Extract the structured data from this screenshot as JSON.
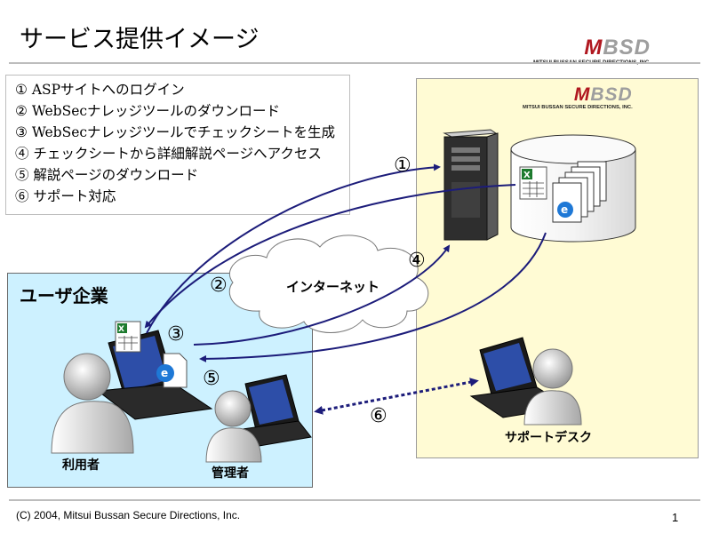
{
  "title": "サービス提供イメージ",
  "logo": {
    "mark_m": "M",
    "mark_rest": "BSD",
    "subtitle": "MITSUI BUSSAN SECURE DIRECTIONS, INC."
  },
  "steps": [
    "① ASPサイトへのログイン",
    "② WebSecナレッジツールのダウンロード",
    "③ WebSecナレッジツールでチェックシートを生成",
    "④ チェックシートから詳細解説ページへアクセス",
    "⑤ 解説ページのダウンロード",
    "⑥ サポート対応"
  ],
  "cloud_label": "インターネット",
  "corp_title": "ユーザ企業",
  "user_label": "利用者",
  "admin_label": "管理者",
  "desk_label": "サポートデスク",
  "markers": {
    "m1": "①",
    "m2": "②",
    "m3": "③",
    "m4": "④",
    "m5": "⑤",
    "m6": "⑥"
  },
  "footer": "(C) 2004, Mitsui Bussan Secure Directions, Inc.",
  "page_number": "1",
  "colors": {
    "arrow": "#1c1c7a",
    "logo_red": "#b0171f",
    "corp_bg": "#cdf1ff",
    "desk_bg": "#fffbd4"
  }
}
